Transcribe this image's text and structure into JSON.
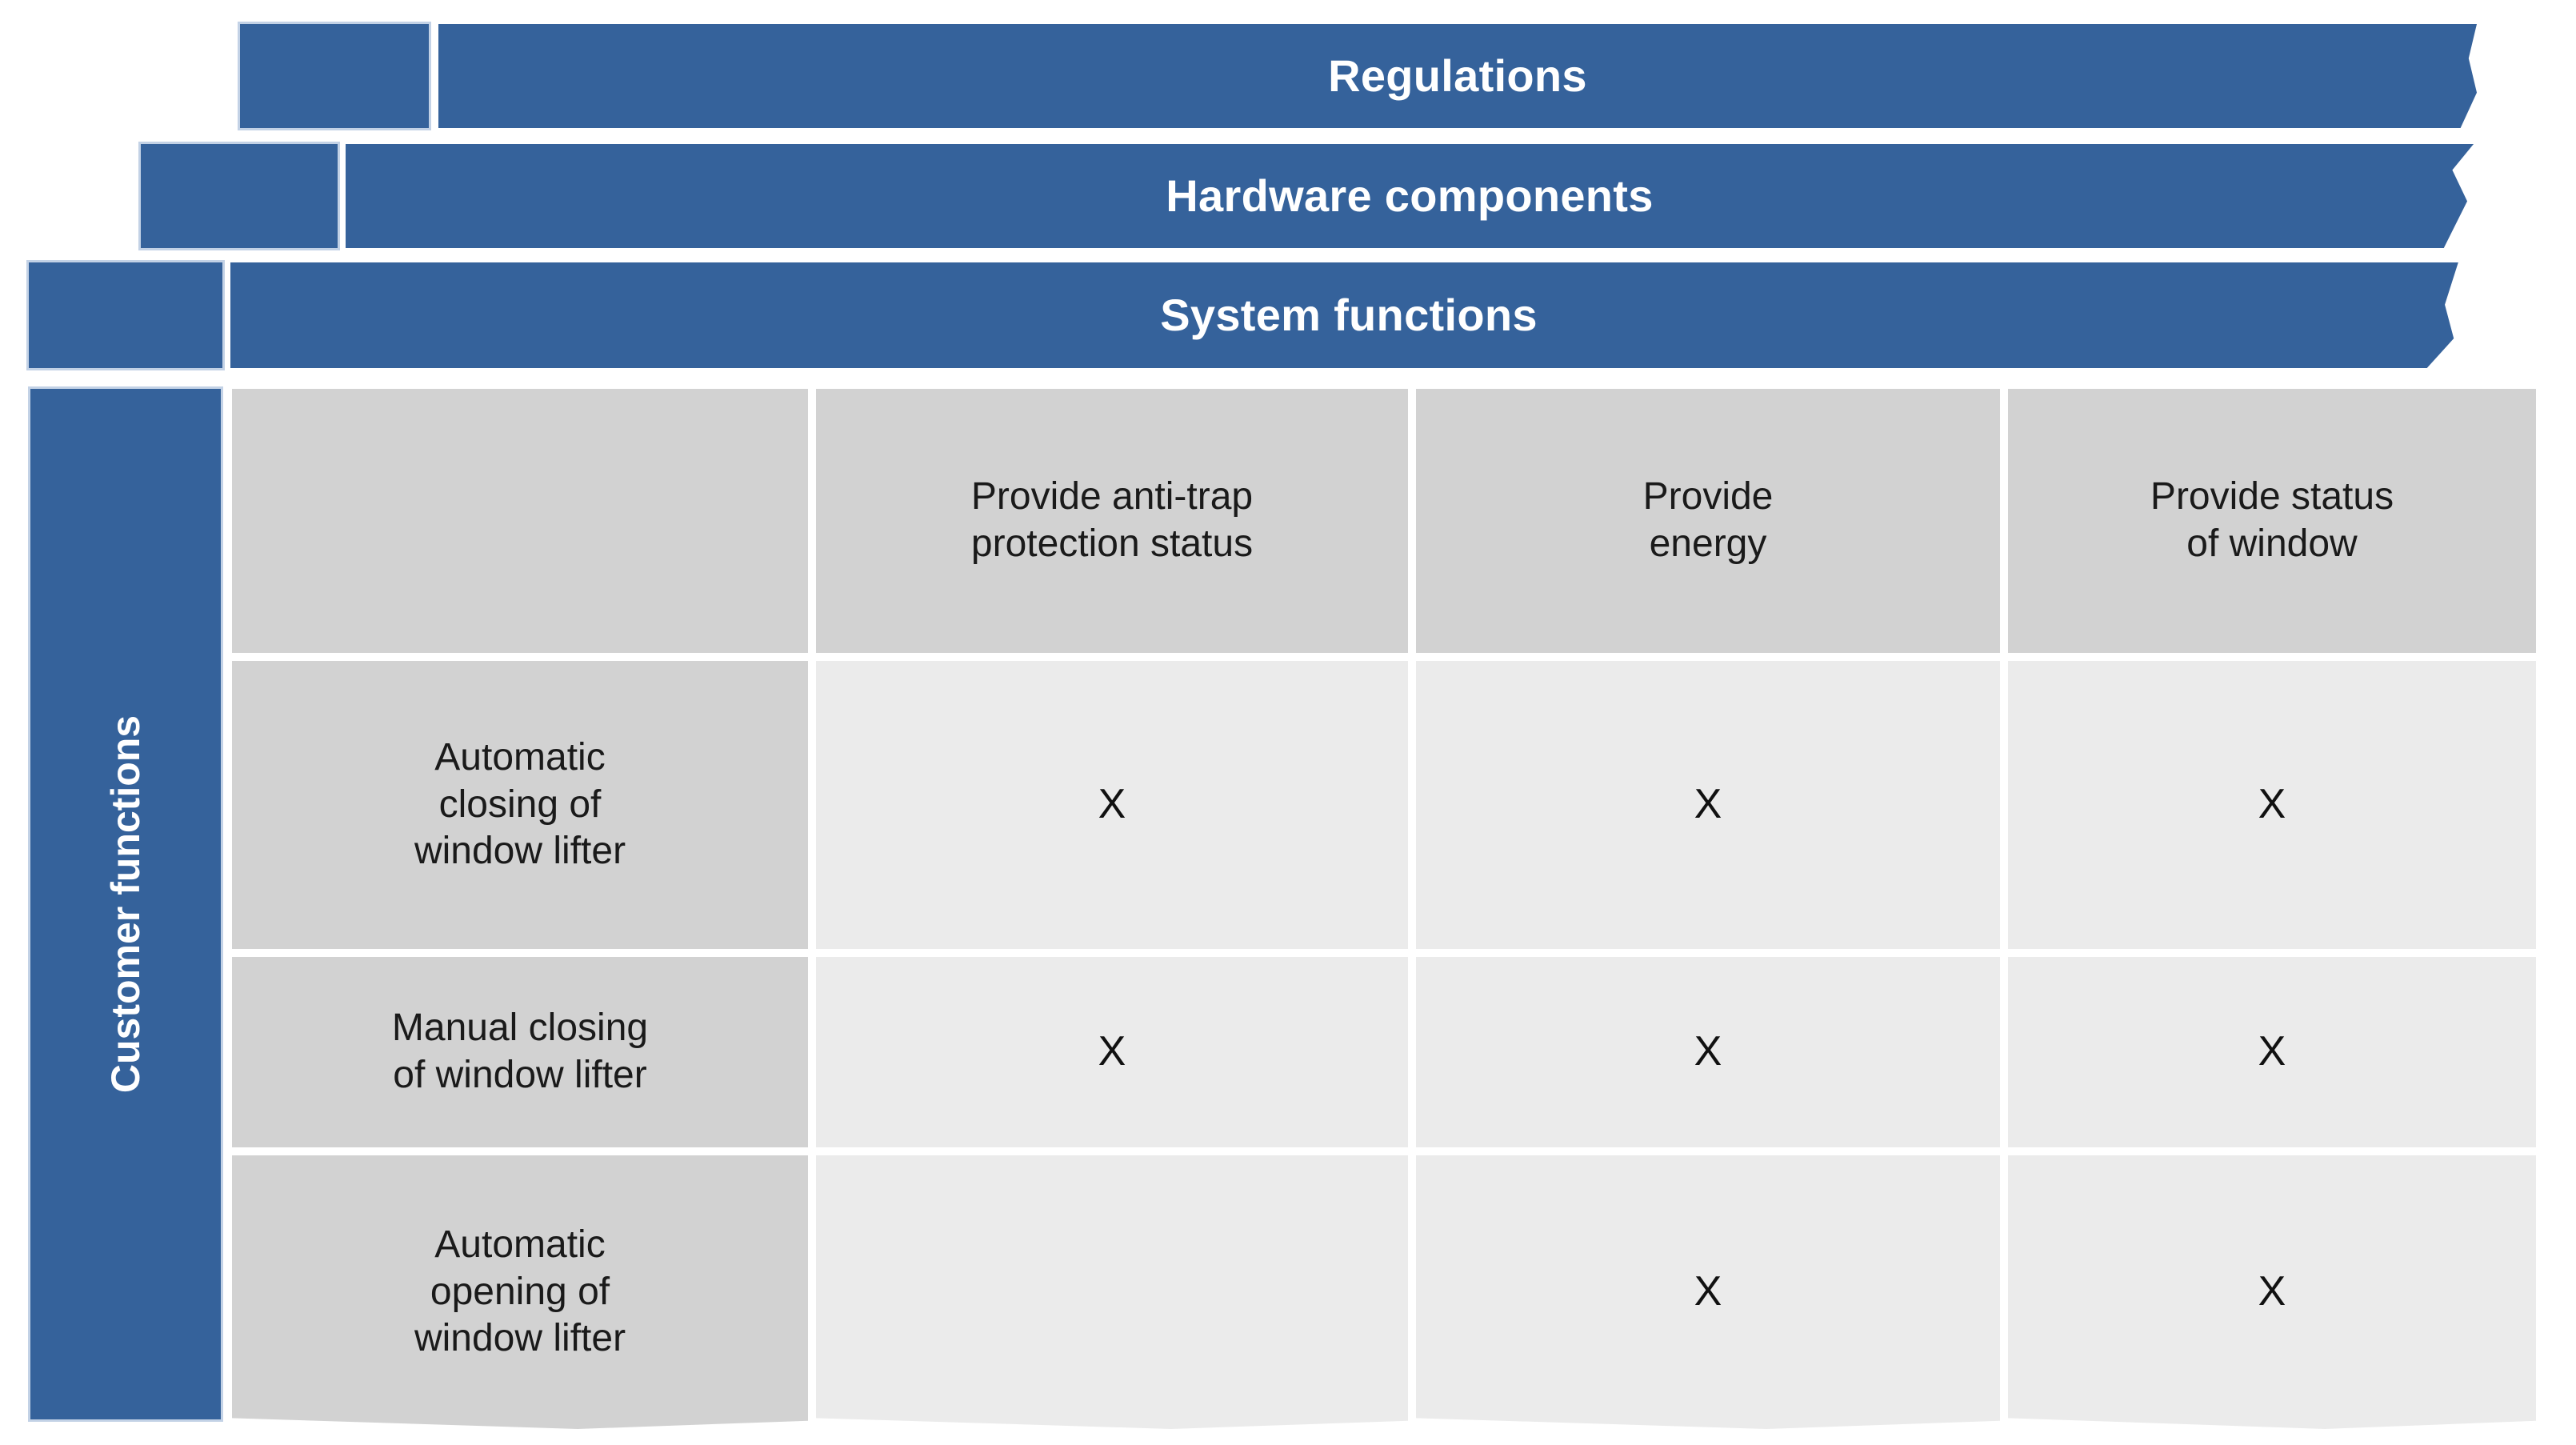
{
  "banners": [
    {
      "label": "Regulations",
      "name": "regulations"
    },
    {
      "label": "Hardware components",
      "name": "hardware-components"
    },
    {
      "label": "System functions",
      "name": "system-functions"
    }
  ],
  "side_label": "Customer functions",
  "matrix": {
    "corner": "",
    "columns": [
      "Provide anti-trap\nprotection status",
      "Provide\nenergy",
      "Provide status\nof window"
    ],
    "rows": [
      {
        "label": "Automatic\nclosing of\nwindow lifter",
        "cells": [
          "X",
          "X",
          "X"
        ]
      },
      {
        "label": "Manual closing\nof window lifter",
        "cells": [
          "X",
          "X",
          "X"
        ]
      },
      {
        "label": "Automatic\nopening of\nwindow lifter",
        "cells": [
          "",
          "X",
          "X"
        ]
      }
    ]
  },
  "colors": {
    "banner_blue": "#35629B",
    "banner_edge": "#AFC3DE",
    "header_gray": "#D2D2D2",
    "cell_gray": "#EBEBEB",
    "text_dark": "#1A1A1A",
    "text_light": "#FFFFFF"
  }
}
